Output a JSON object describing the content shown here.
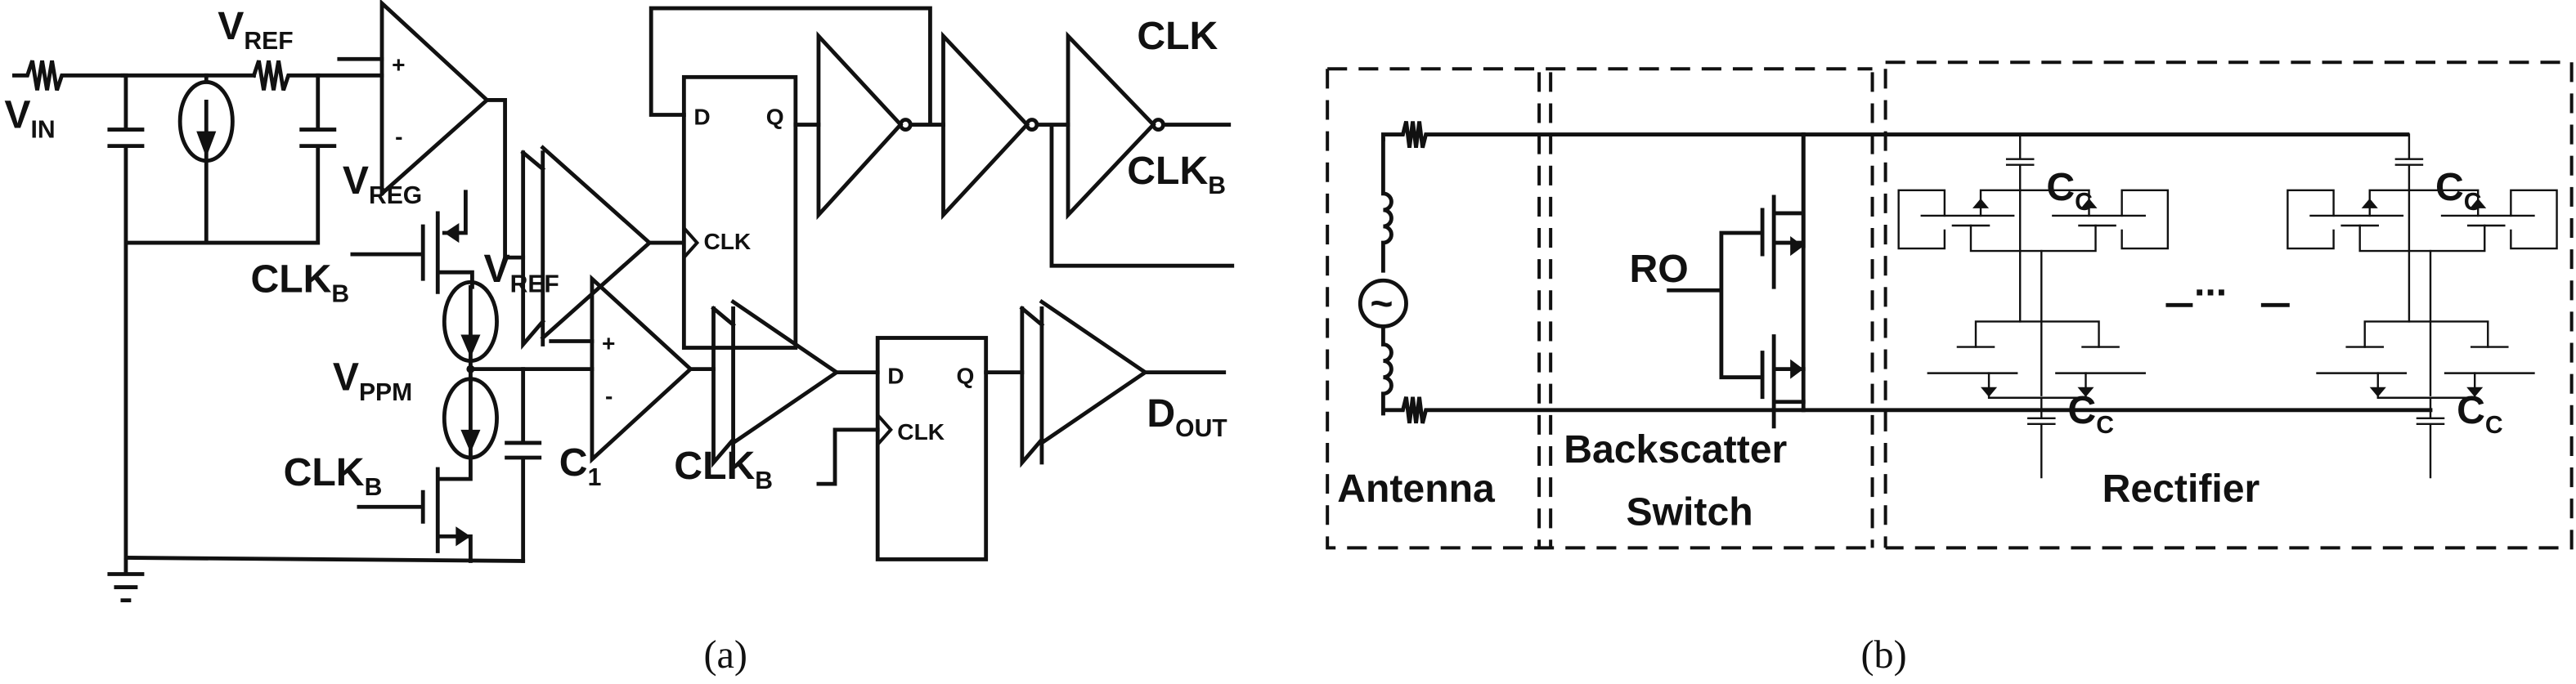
{
  "panel_a": {
    "caption": "(a)",
    "labels": {
      "vin": "V",
      "vin_sub": "IN",
      "vref1": "V",
      "vref1_sub": "REF",
      "vreg": "V",
      "vreg_sub": "REG",
      "vref2": "V",
      "vref2_sub": "REF",
      "vppm": "V",
      "vppm_sub": "PPM",
      "clkb1": "CLK",
      "clkb1_sub": "B",
      "clkb2": "CLK",
      "clkb2_sub": "B",
      "clkb3": "CLK",
      "clkb3_sub": "B",
      "clk_out": "CLK",
      "clkb_out": "CLK",
      "clkb_out_sub": "B",
      "c1": "C",
      "c1_sub": "1",
      "dout": "D",
      "dout_sub": "OUT",
      "plus": "+",
      "minus": "-",
      "ff_d": "D",
      "ff_q": "Q",
      "ff_clk": "CLK"
    }
  },
  "panel_b": {
    "caption": "(b)",
    "labels": {
      "ro": "RO",
      "cc": "C",
      "cc_sub": "C",
      "ellipsis": "...",
      "source": "~"
    },
    "sections": [
      "Antenna",
      "Backscatter",
      "Switch",
      "Rectifier"
    ]
  }
}
